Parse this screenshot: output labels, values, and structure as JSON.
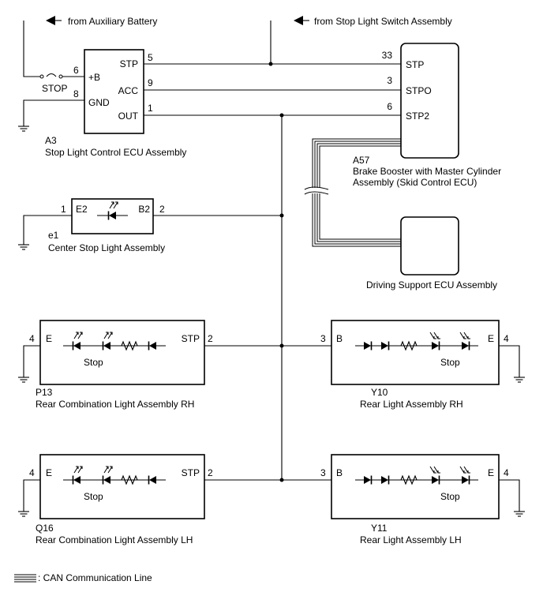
{
  "sources": {
    "aux_battery": "from Auxiliary Battery",
    "stop_switch": "from Stop Light Switch Assembly"
  },
  "fuse_label": "STOP",
  "a3": {
    "code": "A3",
    "name": "Stop Light Control ECU Assembly",
    "left_pins": [
      {
        "pin": "6",
        "label": "+B"
      },
      {
        "pin": "8",
        "label": "GND"
      }
    ],
    "right_pins": [
      {
        "pin": "5",
        "label": "STP"
      },
      {
        "pin": "9",
        "label": "ACC"
      },
      {
        "pin": "1",
        "label": "OUT"
      }
    ]
  },
  "a57": {
    "code": "A57",
    "name_line1": "Brake Booster with Master Cylinder",
    "name_line2": "Assembly (Skid Control ECU)",
    "pins": [
      {
        "pin": "33",
        "label": "STP"
      },
      {
        "pin": "3",
        "label": "STPO"
      },
      {
        "pin": "6",
        "label": "STP2"
      }
    ]
  },
  "driving_support": {
    "name": "Driving Support ECU Assembly"
  },
  "e1": {
    "code": "e1",
    "name": "Center Stop Light Assembly",
    "left": {
      "pin": "1",
      "label": "E2"
    },
    "right": {
      "pin": "2",
      "label": "B2"
    }
  },
  "p13": {
    "code": "P13",
    "name": "Rear Combination Light Assembly RH",
    "left": {
      "pin": "4",
      "label": "E"
    },
    "right": {
      "pin": "2",
      "label": "STP"
    },
    "inner": "Stop"
  },
  "q16": {
    "code": "Q16",
    "name": "Rear Combination Light Assembly LH",
    "left": {
      "pin": "4",
      "label": "E"
    },
    "right": {
      "pin": "2",
      "label": "STP"
    },
    "inner": "Stop"
  },
  "y10": {
    "code": "Y10",
    "name": "Rear Light Assembly RH",
    "left": {
      "pin": "3",
      "label": "B"
    },
    "right": {
      "pin": "4",
      "label": "E"
    },
    "inner": "Stop"
  },
  "y11": {
    "code": "Y11",
    "name": "Rear Light Assembly LH",
    "left": {
      "pin": "3",
      "label": "B"
    },
    "right": {
      "pin": "4",
      "label": "E"
    },
    "inner": "Stop"
  },
  "legend": {
    "can": ": CAN Communication Line"
  }
}
